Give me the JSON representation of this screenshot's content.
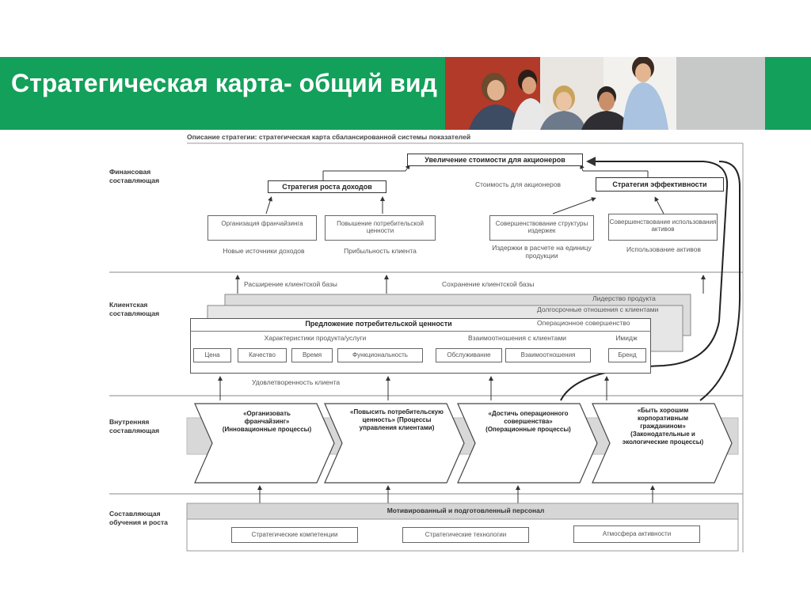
{
  "slide": {
    "title": "Стратегическая карта-  общий вид",
    "colors": {
      "accent_green": "#13a05a",
      "grey": "#c7c9c8"
    }
  },
  "diagram": {
    "caption": "Описание стратегии: стратегическая карта сбалансированной системы показателей",
    "perspectives": {
      "financial": "Финансовая составляющая",
      "customer": "Клиентская составляющая",
      "internal": "Внутренняя составляющая",
      "learning": "Составляющая обучения и роста"
    },
    "financial": {
      "top_goal": "Увеличение стоимости для акционеров",
      "shareholder_value": "Стоимость для акционеров",
      "growth_strategy": "Стратегия роста доходов",
      "efficiency_strategy": "Стратегия эффективности",
      "boxes": [
        "Организация франчайзинга",
        "Повышение потребительской ценности",
        "Совершенствование структуры издержек",
        "Совершенствование использования активов"
      ],
      "captions": [
        "Новые источники доходов",
        "Прибыльность клиента",
        "Издержки в расчете на единицу продукции",
        "Использование активов"
      ]
    },
    "customer": {
      "base_expansion": "Расширение клиентской базы",
      "retention": "Сохранение клиентской базы",
      "layer3": "Лидерство продукта",
      "layer2": "Долгосрочные отношения с клиентами",
      "layer1_right": "Операционное совершенство",
      "value_prop": "Предложение потребительской ценности",
      "attributes": "Характеристики продукта/услуги",
      "relationships": "Взаимоотношения с клиентами",
      "image": "Имидж",
      "attr_boxes": [
        "Цена",
        "Качество",
        "Время",
        "Функциональность"
      ],
      "rel_boxes": [
        "Обслуживание",
        "Взаимоотношения"
      ],
      "image_box": "Бренд",
      "satisfaction": "Удовлетворенность клиента"
    },
    "internal": {
      "arrows": [
        "«Организовать франчайзинг» (Инновационные процессы)",
        "«Повысить потребительскую ценность» (Процессы управления клиентами)",
        "«Достичь операционного совершенства» (Операционные процессы)",
        "«Быть хорошим корпоративным гражданином» (Законодательные и экологические процессы)"
      ]
    },
    "learning": {
      "band": "Мотивированный и подготовленный персонал",
      "boxes": [
        "Стратегические компетенции",
        "Стратегические технологии",
        "Атмосфера активности"
      ]
    }
  }
}
